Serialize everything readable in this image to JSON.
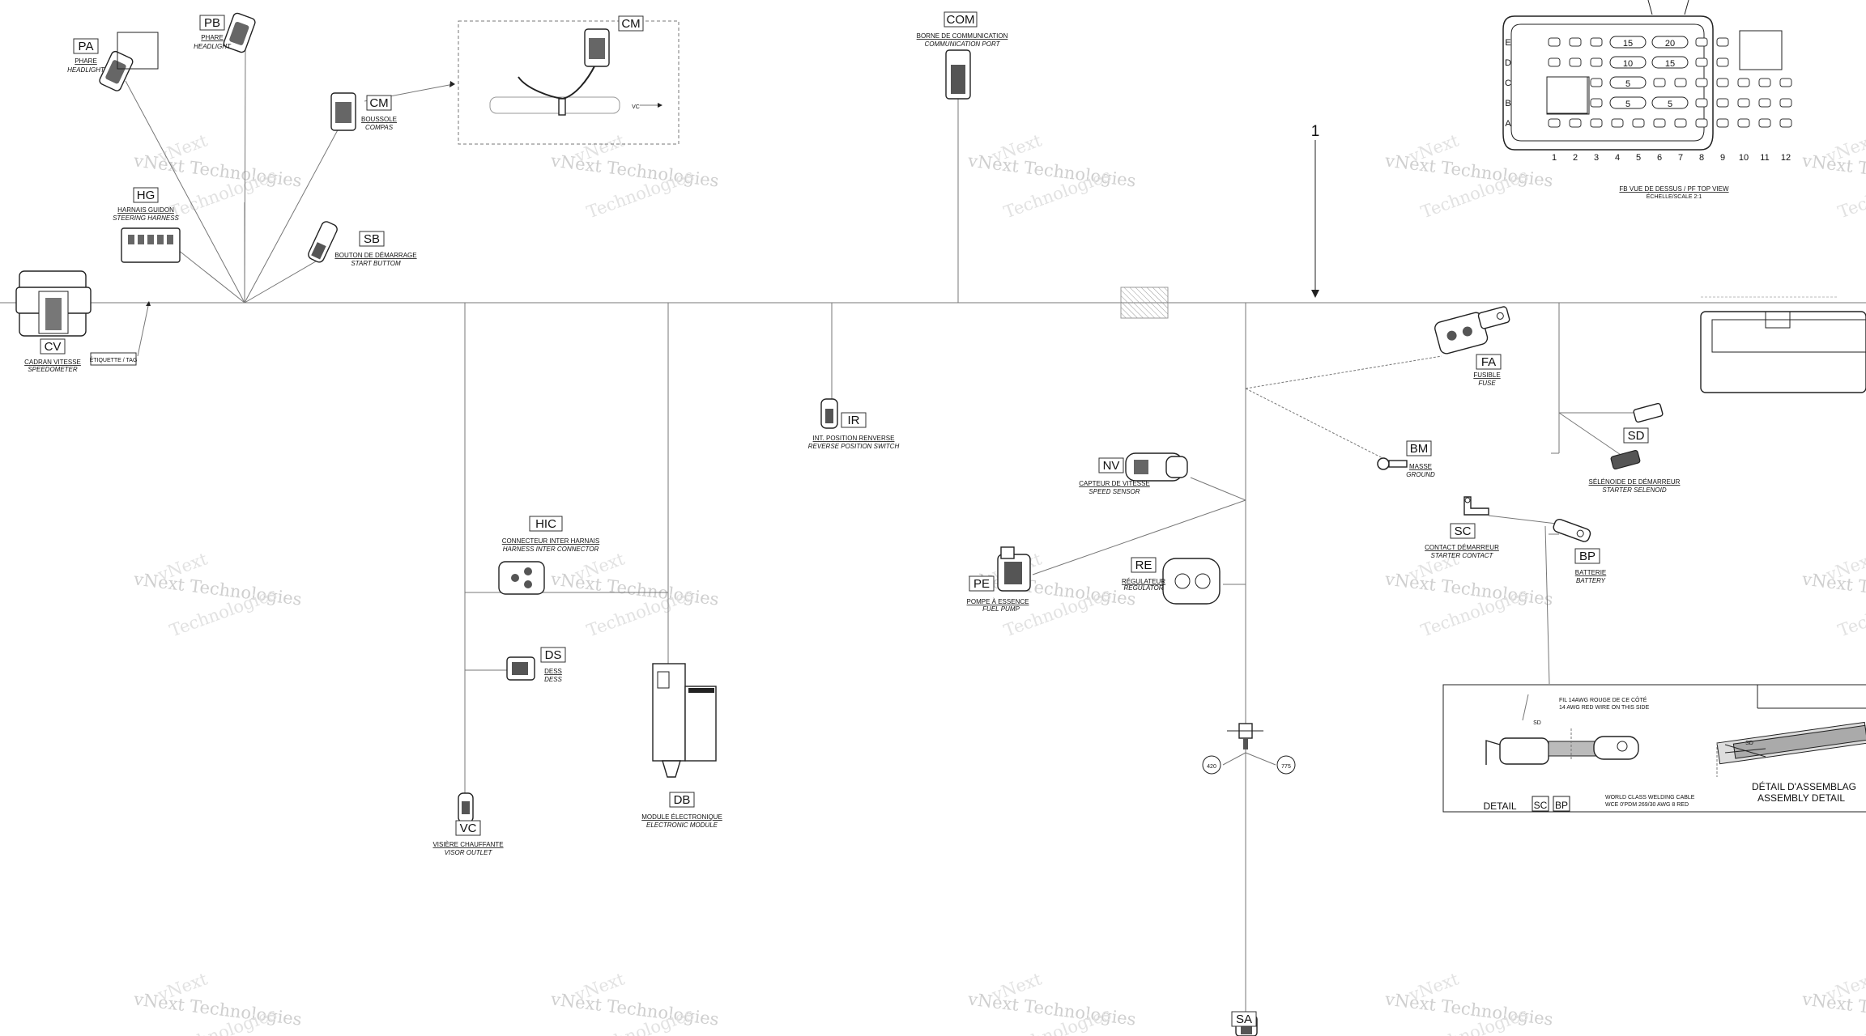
{
  "watermark": "vNext Technologies",
  "watermark_lines": [
    "vNext",
    "Technologies"
  ],
  "reference_number": "1",
  "components": [
    {
      "id": "pa",
      "code": "PA",
      "fr": "PHARE",
      "en": "HEADLIGHT"
    },
    {
      "id": "pb",
      "code": "PB",
      "fr": "PHARE",
      "en": "HEADLIGHT"
    },
    {
      "id": "cm1",
      "code": "CM",
      "fr": "BOUSSOLE",
      "en": "COMPAS"
    },
    {
      "id": "cm2",
      "code": "CM",
      "fr": "",
      "en": ""
    },
    {
      "id": "com",
      "code": "COM",
      "fr": "BORNE DE COMMUNICATION",
      "en": "COMMUNICATION PORT"
    },
    {
      "id": "hg",
      "code": "HG",
      "fr": "HARNAIS GUIDON",
      "en": "STEERING HARNESS"
    },
    {
      "id": "sb",
      "code": "SB",
      "fr": "BOUTON DE DÉMARRAGE",
      "en": "START BUTTOM"
    },
    {
      "id": "cv",
      "code": "CV",
      "fr": "CADRAN VITESSE",
      "en": "SPEEDOMETER"
    },
    {
      "id": "ir",
      "code": "IR",
      "fr": "INT. POSITION RENVERSE",
      "en": "REVERSE POSITION SWITCH"
    },
    {
      "id": "hic",
      "code": "HIC",
      "fr": "CONNECTEUR INTER HARNAIS",
      "en": "HARNESS INTER CONNECTOR"
    },
    {
      "id": "ds",
      "code": "DS",
      "fr": "DESS",
      "en": "DESS"
    },
    {
      "id": "vc",
      "code": "VC",
      "fr": "VISIÈRE CHAUFFANTE",
      "en": "VISOR OUTLET"
    },
    {
      "id": "db",
      "code": "DB",
      "fr": "MODULE ÉLECTRONIQUE",
      "en": "ELECTRONIC MODULE"
    },
    {
      "id": "nv",
      "code": "NV",
      "fr": "CAPTEUR DE VITESSE",
      "en": "SPEED SENSOR"
    },
    {
      "id": "pe",
      "code": "PE",
      "fr": "POMPE À ESSENCE",
      "en": "FUEL PUMP"
    },
    {
      "id": "re",
      "code": "RE",
      "fr": "RÉGULATEUR",
      "en": "REGULATOR"
    },
    {
      "id": "fa",
      "code": "FA",
      "fr": "FUSIBLE",
      "en": "FUSE"
    },
    {
      "id": "bm",
      "code": "BM",
      "fr": "MASSE",
      "en": "GROUND"
    },
    {
      "id": "sc",
      "code": "SC",
      "fr": "CONTACT DÉMARREUR",
      "en": "STARTER CONTACT"
    },
    {
      "id": "bp",
      "code": "BP",
      "fr": "BATTERIE",
      "en": "BATTERY"
    },
    {
      "id": "sd",
      "code": "SD",
      "fr": "SÉLÉNOIDE DE DÉMARREUR",
      "en": "STARTER SELENOID"
    },
    {
      "id": "sa",
      "code": "SA",
      "fr": "",
      "en": ""
    }
  ],
  "tag_label": "ÉTIQUETTE / TAG",
  "vc_arrow_label": "VC",
  "fuse_box": {
    "rows": [
      "E",
      "D",
      "C",
      "B",
      "A"
    ],
    "columns": [
      "1",
      "2",
      "3",
      "4",
      "5",
      "6",
      "7",
      "8",
      "9",
      "10",
      "11",
      "12"
    ],
    "fuse_ratings": [
      "15",
      "20",
      "10",
      "15",
      "5",
      "5",
      "5"
    ],
    "caption_fr": "FB VUE DE DESSUS / PF TOP VIEW",
    "caption_scale": "ÉCHELLE/SCALE 2:1"
  },
  "splice_labels": [
    "420",
    "775"
  ],
  "detail": {
    "label": "DETAIL",
    "codes": [
      "SC",
      "BP"
    ],
    "note1_fr": "FIL 14AWG ROUGE DE CE CÔTÉ",
    "note1_en": "14 AWG RED WIRE ON THIS SIDE",
    "note2_a": "WORLD CLASS WELDING CABLE",
    "note2_b": "WCE 0'PDM 269/30 AWG 8 RED",
    "assembly_fr": "DÉTAIL D'ASSEMBLAG",
    "assembly_en": "ASSEMBLY DETAIL",
    "mark_sd": "SD",
    "mark_sd2": "SD"
  }
}
